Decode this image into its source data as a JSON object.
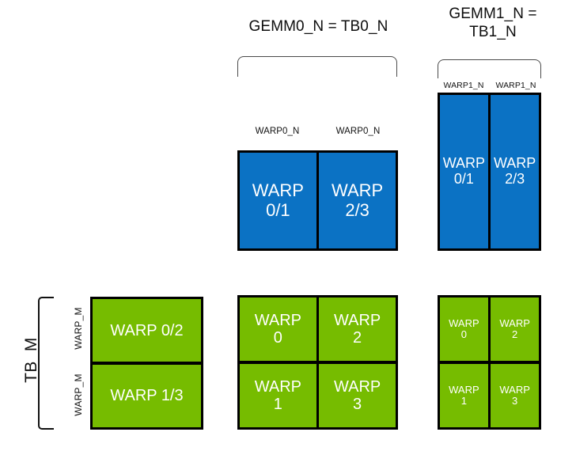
{
  "diagram": {
    "title_gemm0": "GEMM0_N = TB0_N",
    "title_gemm1": "GEMM1_N =\nTB1_N",
    "colors": {
      "blue": "#0B72C4",
      "green": "#76BC00",
      "outline": "#000000",
      "bracket": "#4a4a4a"
    },
    "labels": {
      "tb_m": "TB_M",
      "warp_m": "WARP_M",
      "warp0_n": "WARP0_N",
      "warp1_n": "WARP1_N"
    },
    "blue_gemm0": {
      "ticks": [
        "WARP0_N",
        "WARP0_N"
      ],
      "cells": [
        [
          "WARP\n0/1",
          "WARP\n2/3"
        ]
      ]
    },
    "blue_gemm1": {
      "ticks": [
        "WARP1_N",
        "WARP1_N"
      ],
      "cells": [
        [
          "WARP\n0/1",
          "WARP\n2/3"
        ]
      ]
    },
    "green_left": {
      "side_labels": [
        "WARP_M",
        "WARP_M"
      ],
      "brace": "TB_M",
      "cells": [
        [
          "WARP 0/2"
        ],
        [
          "WARP 1/3"
        ]
      ]
    },
    "green_middle": {
      "cells": [
        [
          "WARP\n0",
          "WARP\n2"
        ],
        [
          "WARP\n1",
          "WARP\n3"
        ]
      ]
    },
    "green_right": {
      "cells": [
        [
          "WARP\n0",
          "WARP\n2"
        ],
        [
          "WARP\n1",
          "WARP\n3"
        ]
      ]
    }
  }
}
